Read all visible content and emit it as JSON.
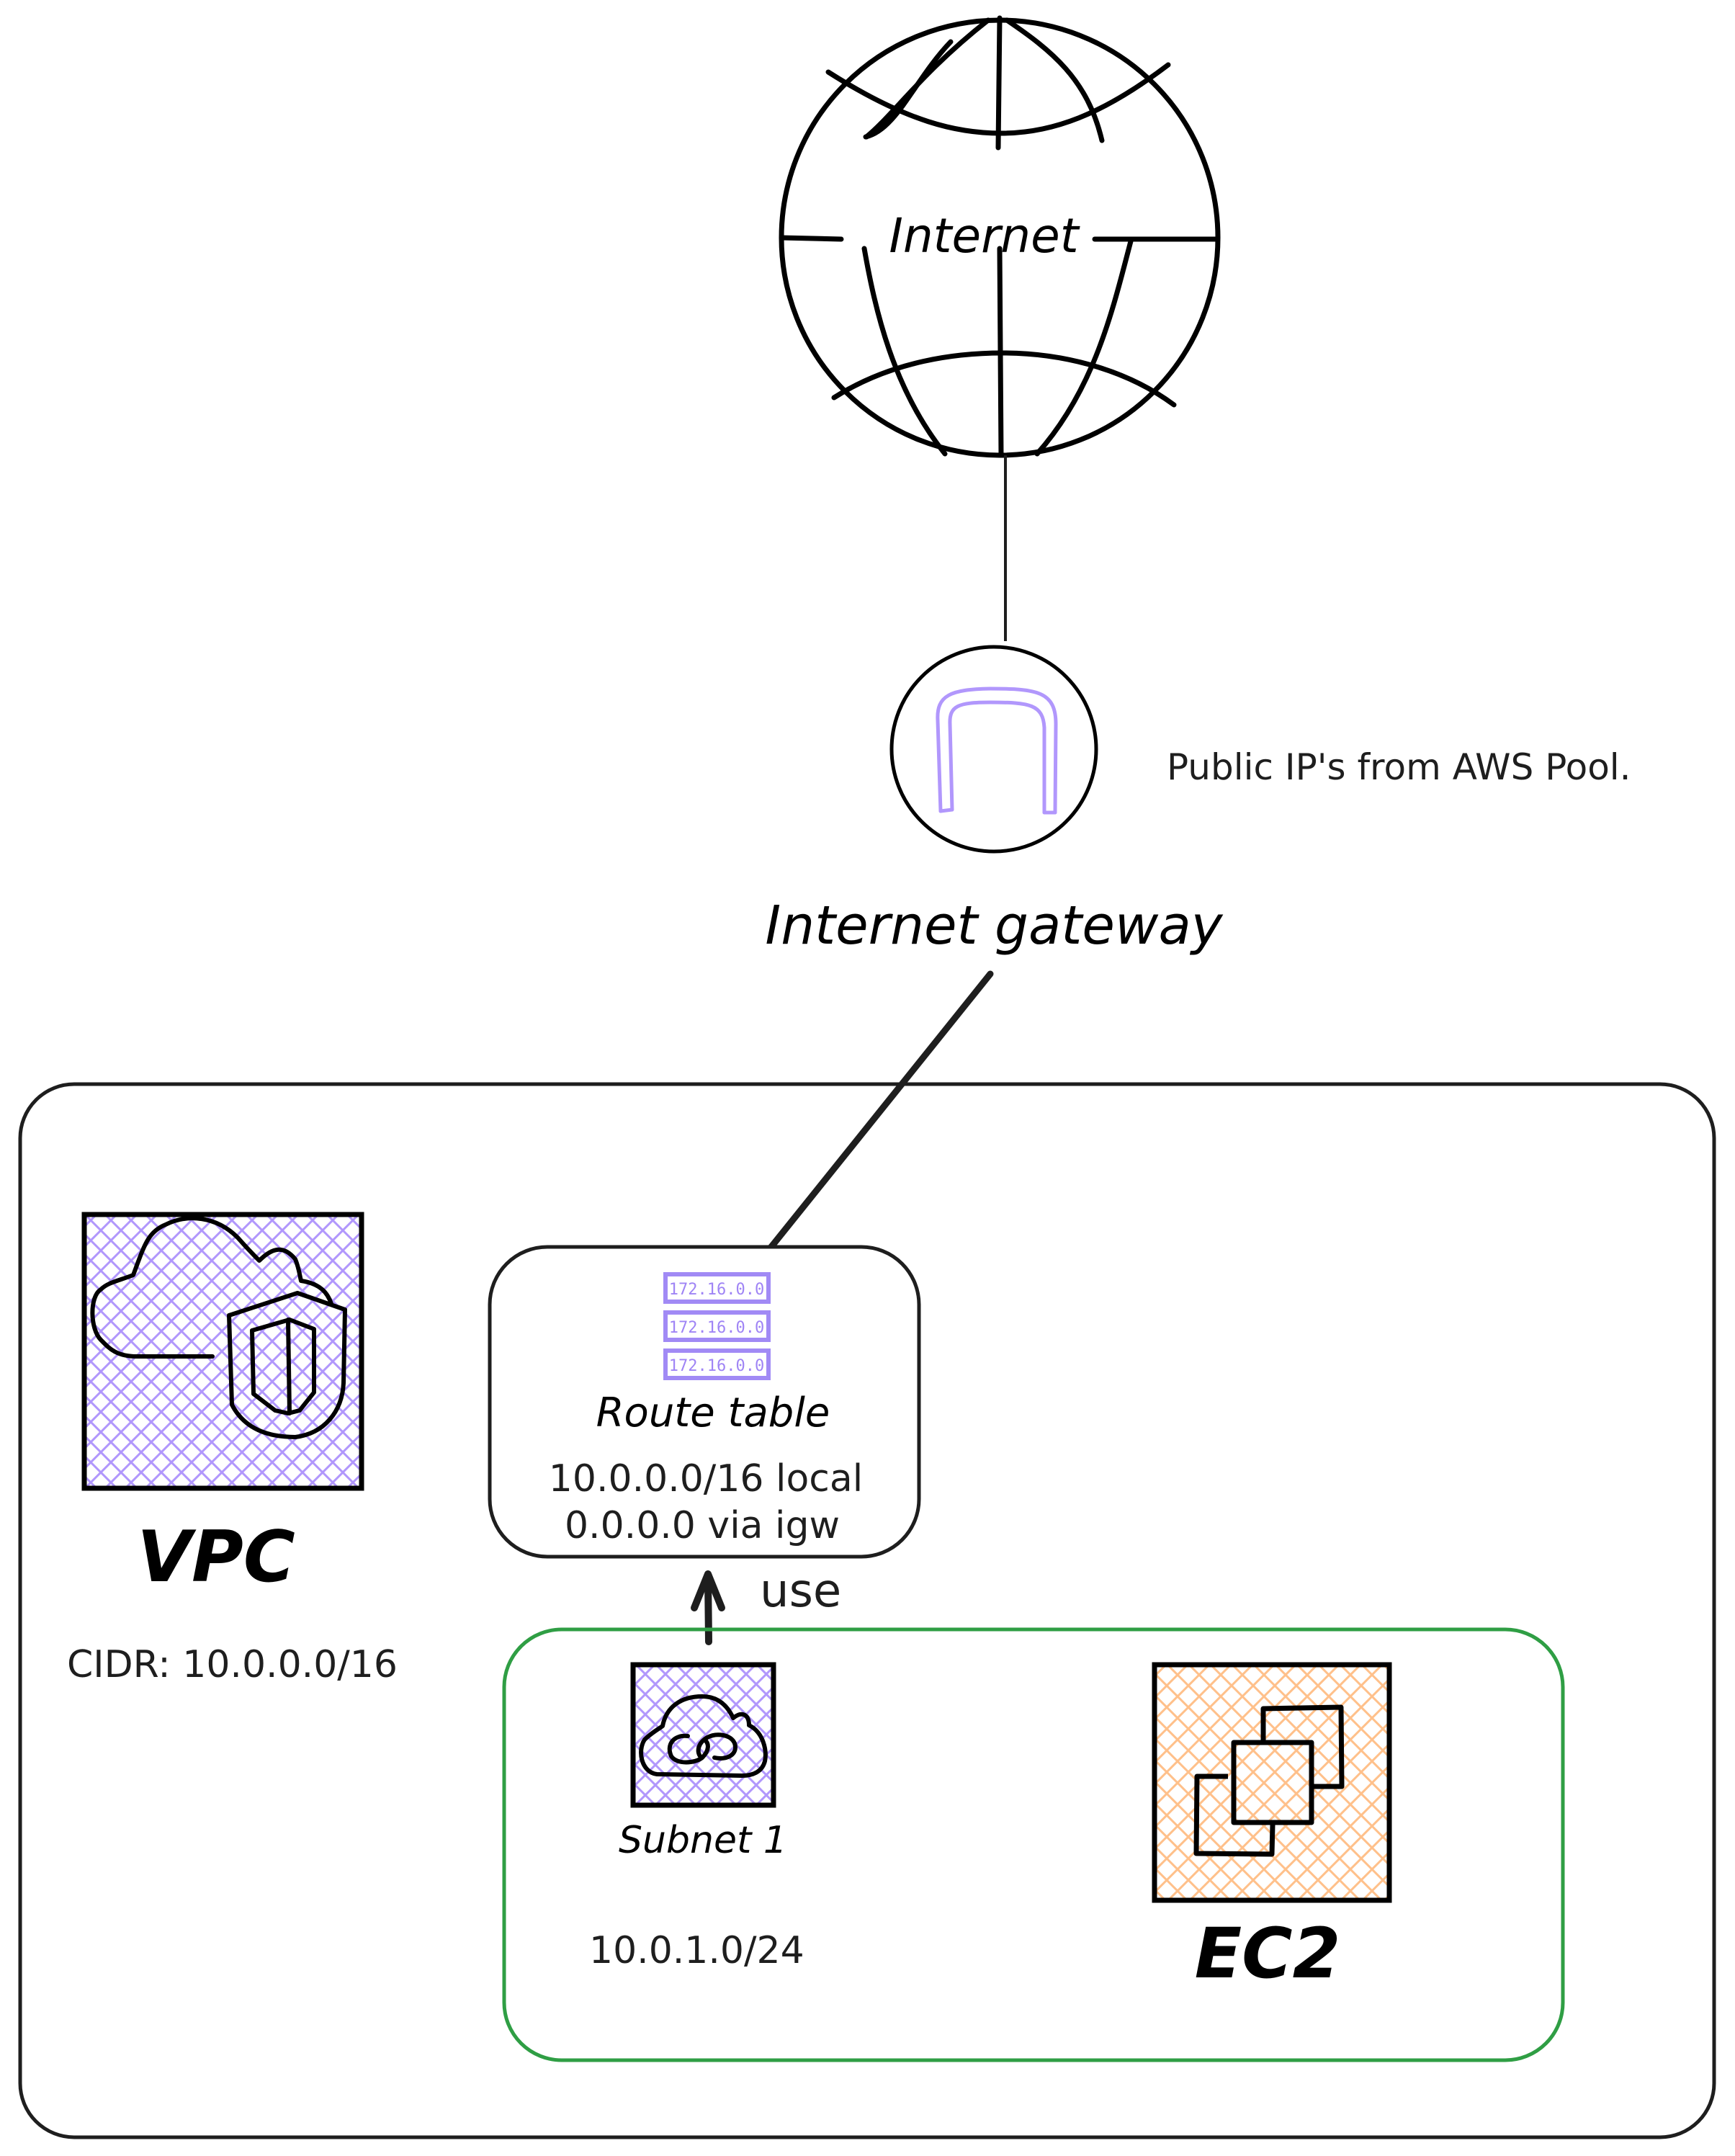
{
  "colors": {
    "stroke": "#1e1e1e",
    "purple": "#b197fc",
    "purple_dark": "#a18af5",
    "orange": "#ffc08a",
    "green": "#2f9e44",
    "background": "#ffffff"
  },
  "internet": {
    "label": "Internet",
    "icon": "globe-icon"
  },
  "gateway": {
    "label": "Internet gateway",
    "note": "Public IP's from AWS Pool.",
    "icon": "internet-gateway-arch-icon"
  },
  "route_table": {
    "title": "Route table",
    "icon_entries": [
      "172.16.0.0",
      "172.16.0.0",
      "172.16.0.0"
    ],
    "routes": [
      "10.0.0.0/16 local",
      "0.0.0.0 via igw"
    ]
  },
  "use_label": "use",
  "vpc": {
    "label": "VPC",
    "cidr": "CIDR: 10.0.0.0/16",
    "icon": "cloud-shield-icon"
  },
  "subnet": {
    "label": "Subnet 1",
    "cidr": "10.0.1.0/24",
    "icon": "cloud-link-icon"
  },
  "ec2": {
    "label": "EC2",
    "icon": "instances-icon"
  }
}
